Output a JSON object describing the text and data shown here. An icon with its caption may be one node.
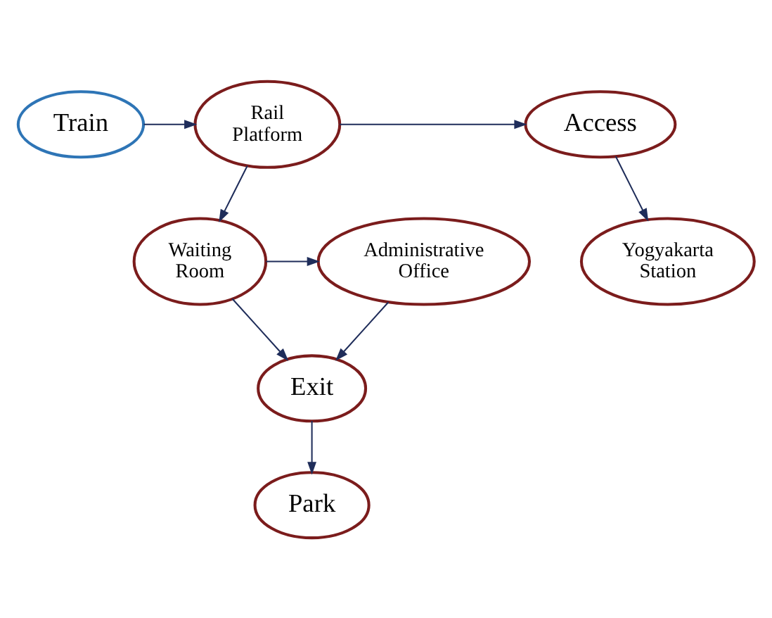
{
  "diagram": {
    "nodes": [
      {
        "text": [
          "Train"
        ]
      },
      {
        "text": [
          "Rail Platform"
        ]
      },
      {
        "text": [
          "Access"
        ]
      },
      {
        "text": [
          "Administrative Office"
        ]
      },
      {
        "text": [
          "Waiting Room"
        ]
      },
      {
        "text": [
          "Yogyakarta Station"
        ]
      },
      {
        "text": [
          "Exit"
        ]
      },
      {
        "text": [
          "Park"
        ]
      }
    ],
    "edges": [
      {
        "from": 0,
        "to": 1,
        "arrow": "to"
      },
      {
        "from": 1,
        "to": 2,
        "arrow": "to"
      },
      {
        "from": 1,
        "to": 4,
        "arrow": "to"
      },
      {
        "from": 2,
        "to": 5,
        "arrow": "to"
      },
      {
        "from": 4,
        "to": 3,
        "arrow": "to"
      },
      {
        "from": 4,
        "to": 6,
        "arrow": "to"
      },
      {
        "from": 3,
        "to": 6,
        "arrow": "to"
      },
      {
        "from": 6,
        "to": 7,
        "arrow": "to"
      }
    ]
  }
}
